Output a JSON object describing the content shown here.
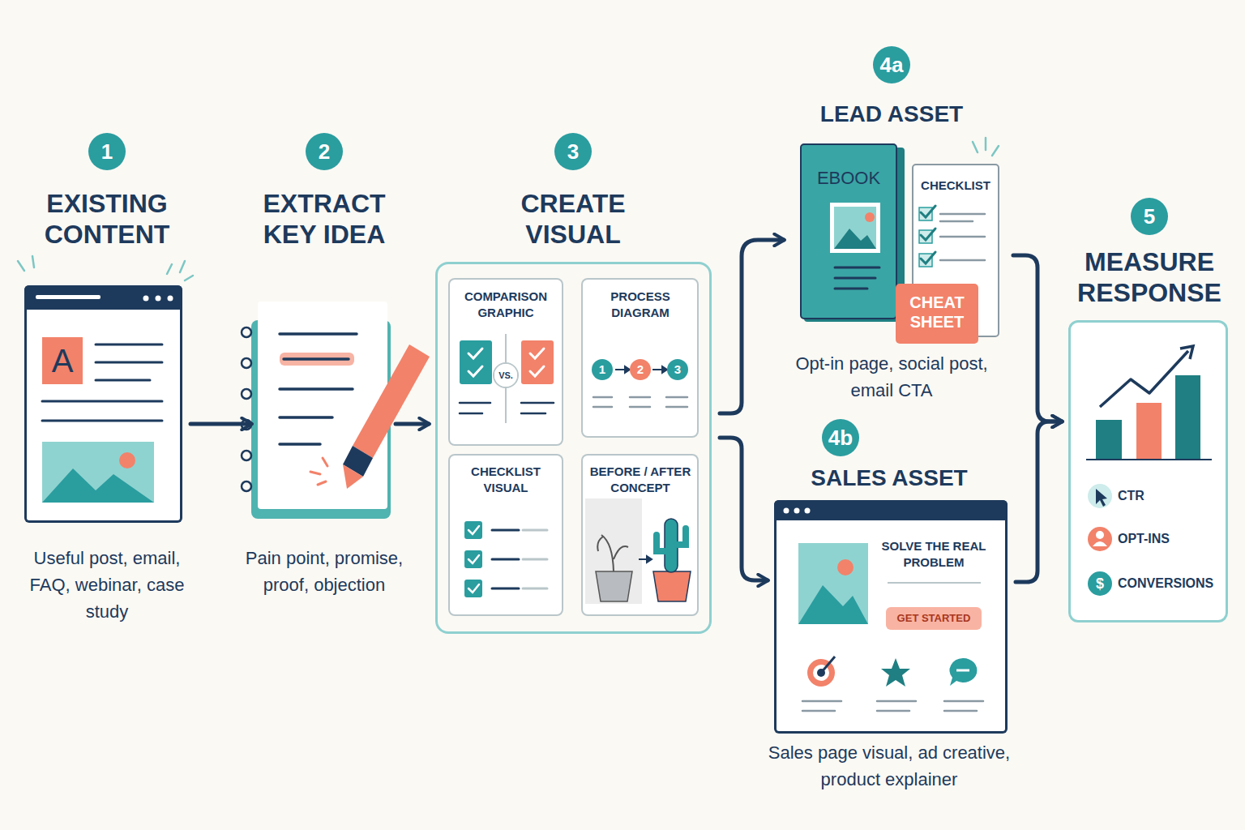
{
  "diagram": {
    "nodes": [
      {
        "text": [
          "EXISTING CONTENT",
          "Useful post, email, FAQ, webinar, case study"
        ]
      },
      {
        "text": [
          "EXTRACT KEY IDEA",
          "Pain point, promise, proof, objection"
        ]
      },
      {
        "text": [
          "CREATE VISUAL"
        ]
      },
      {
        "text": [
          "COMPARISON GRAPHIC",
          "VS."
        ],
        "in": 2
      },
      {
        "text": [
          "PROCESS DIAGRAM",
          "1",
          "2",
          "3"
        ],
        "in": 2
      },
      {
        "text": [
          "CHECKLIST VISUAL"
        ],
        "in": 2
      },
      {
        "text": [
          "BEFORE / AFTER CONCEPT"
        ],
        "in": 2
      },
      {
        "text": [
          "LEAD ASSET",
          "Opt-in page, social post, email CTA"
        ]
      },
      {
        "text": [
          "SALES ASSET",
          "Sales page visual, ad creative, product explainer"
        ]
      },
      {
        "text": [
          "MEASURE RESPONSE",
          "CTR",
          "OPT-INS",
          "CONVERSIONS"
        ]
      }
    ],
    "edges": [
      {
        "from": 0,
        "to": 1,
        "arrow": "to"
      },
      {
        "from": 1,
        "to": 2,
        "arrow": "to"
      },
      {
        "from": 2,
        "to": 7,
        "arrow": "to"
      },
      {
        "from": 2,
        "to": 8,
        "arrow": "to"
      },
      {
        "from": 7,
        "to": 9,
        "arrow": "to"
      },
      {
        "from": 8,
        "to": 9,
        "arrow": "to"
      }
    ],
    "labels": [
      "1",
      "2",
      "3",
      "4a",
      "4b",
      "5",
      "A",
      "EBOOK",
      "CHECKLIST",
      "CHEAT SHEET",
      "SOLVE THE REAL PROBLEM",
      "GET STARTED",
      "$"
    ]
  }
}
